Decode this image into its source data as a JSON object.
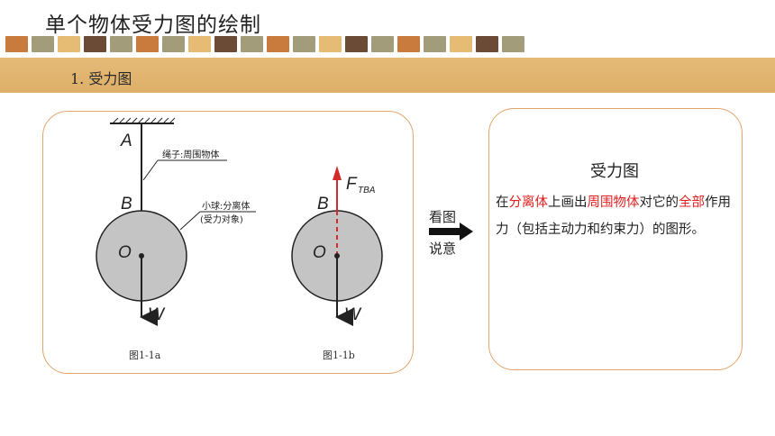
{
  "slide": {
    "title": "单个物体受力图的绘制",
    "section_label": "1. 受力图",
    "tile_colors": [
      "#c97a3d",
      "#a39c7a",
      "#e6bb73",
      "#6b4a36",
      "#a39c7a",
      "#c97a3d",
      "#a39c7a",
      "#e6bb73",
      "#6b4a36",
      "#a39c7a",
      "#c97a3d",
      "#a39c7a",
      "#e6bb73",
      "#6b4a36",
      "#a39c7a",
      "#c97a3d",
      "#a39c7a",
      "#e6bb73",
      "#6b4a36",
      "#a39c7a"
    ]
  },
  "figure": {
    "left": {
      "label_A": "A",
      "label_B": "B",
      "label_O": "O",
      "label_W": "W",
      "rope_note": "绳子:周围物体",
      "ball_note": "小球:分离体",
      "ball_note_2": "(受力对象)",
      "caption": "图1-1a"
    },
    "right": {
      "label_B": "B",
      "label_O": "O",
      "label_W": "W",
      "force_F": "F",
      "force_sub": "TBA",
      "caption": "图1-1b"
    }
  },
  "arrow": {
    "top_text": "看图",
    "bottom_text": "说意"
  },
  "definition": {
    "title": "受力图",
    "p1": "在",
    "h1": "分离体",
    "p2": "上画出",
    "h2": "周围物体",
    "p3": "对它的",
    "h3": "全部",
    "p4": "作用力（包括主动力和约束力）的图形。"
  },
  "colors": {
    "accent_band": "#e2b36e",
    "panel_border": "#e2a46a",
    "highlight": "#e02020",
    "ball_fill": "#c4c4c4",
    "force_red": "#d42a2a"
  }
}
